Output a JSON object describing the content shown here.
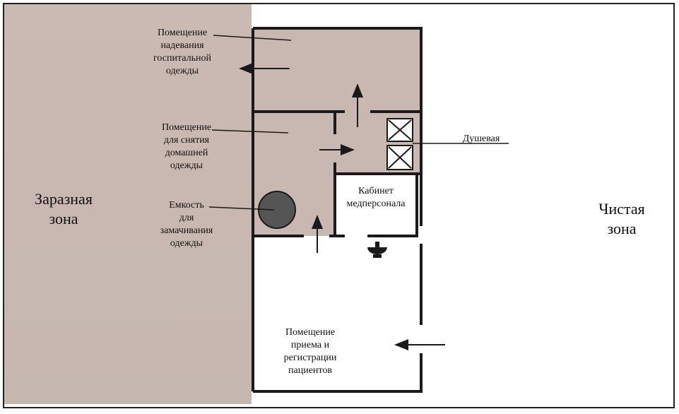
{
  "zones": {
    "infected": [
      "Заразная",
      "зона"
    ],
    "clean": [
      "Чистая",
      "зона"
    ]
  },
  "rooms": {
    "dressing_hospital": [
      "Помещение",
      "надевания",
      "госпитальной",
      "одежды"
    ],
    "undressing_home": [
      "Помещение",
      "для снятия",
      "домашней",
      "одежды"
    ],
    "soaking_container": [
      "Емкость",
      "для",
      "замачивания",
      "одежды"
    ],
    "shower": "Душевая",
    "staff_office": [
      "Кабинет",
      "медперсонала"
    ],
    "reception": [
      "Помещение",
      "приема и",
      "регистрации",
      "пациентов"
    ]
  },
  "colors": {
    "infected_zone": "#c9b8b2",
    "room_fill": "#c9b8b2",
    "wall": "#1a1a1a",
    "container": "#555555"
  }
}
